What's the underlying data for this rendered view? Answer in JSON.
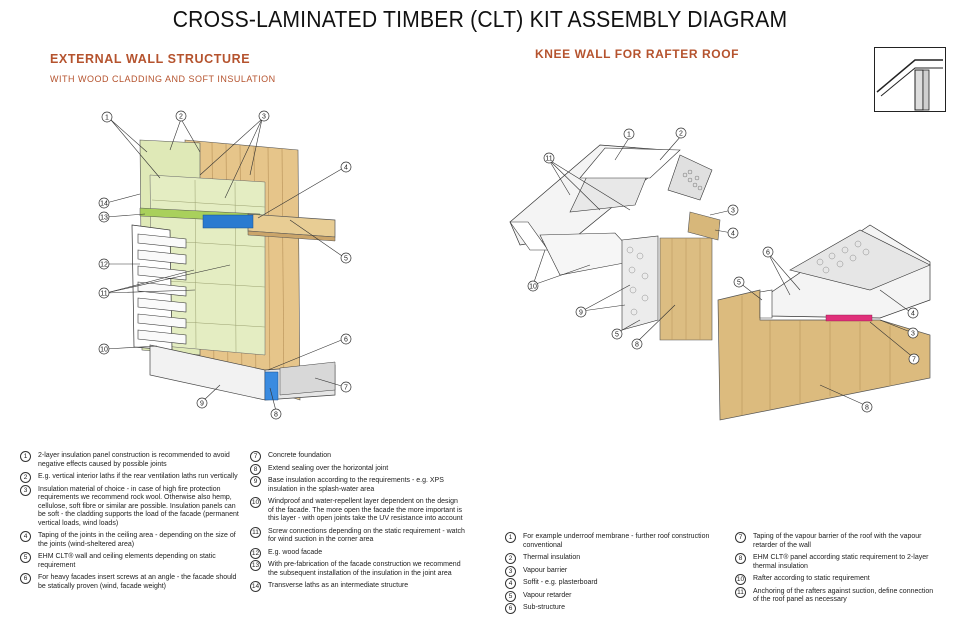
{
  "title": "CROSS-LAMINATED TIMBER (CLT) KIT ASSEMBLY DIAGRAM",
  "left": {
    "heading": "EXTERNAL WALL STRUCTURE",
    "subheading": "WITH WOOD CLADDING AND SOFT INSULATION",
    "callouts": [
      "1",
      "2",
      "3",
      "4",
      "5",
      "6",
      "7",
      "8",
      "9",
      "10",
      "11",
      "12",
      "13",
      "14"
    ],
    "legend_col1": [
      {
        "num": "1",
        "text": "2-layer insulation panel construction is recommended to avoid negative effects caused by possible joints"
      },
      {
        "num": "2",
        "text": "E.g. vertical interior laths if the rear ventilation laths run vertically"
      },
      {
        "num": "3",
        "text": "Insulation material of choice - in case of high fire protection requirements we recommend rock wool. Otherwise also hemp, cellulose, soft fibre or similar are possible. Insulation panels can be soft - the cladding supports the load of the facade (permanent vertical loads, wind loads)"
      },
      {
        "num": "4",
        "text": "Taping of the joints in the ceiling area - depending on the size of the joints (wind-sheltered area)"
      },
      {
        "num": "5",
        "text": "EHM CLT® wall and ceiling elements depending on static requirement"
      },
      {
        "num": "6",
        "text": "For heavy facades insert screws at an angle - the facade should be statically proven (wind, facade weight)"
      }
    ],
    "legend_col2": [
      {
        "num": "7",
        "text": "Concrete foundation"
      },
      {
        "num": "8",
        "text": "Extend sealing over the horizontal joint"
      },
      {
        "num": "9",
        "text": "Base insulation according to the requirements - e.g. XPS insulation in the splash-water area"
      },
      {
        "num": "10",
        "text": "Windproof and water-repellent layer dependent on the design of the facade. The more open the facade the more important is this layer - with open joints take the UV resistance into account"
      },
      {
        "num": "11",
        "text": "Screw connections depending on the static requirement - watch for wind suction in the corner area"
      },
      {
        "num": "12",
        "text": "E.g. wood facade"
      },
      {
        "num": "13",
        "text": "With pre-fabrication of the facade construction we recommend the subsequent installation of the insulation in the joint area"
      },
      {
        "num": "14",
        "text": "Transverse laths as an intermediate structure"
      }
    ]
  },
  "right": {
    "heading": "KNEE WALL FOR RAFTER ROOF",
    "callouts": [
      "1",
      "2",
      "3",
      "4",
      "5",
      "6",
      "7",
      "8",
      "9",
      "10",
      "11"
    ],
    "legend_col1": [
      {
        "num": "1",
        "text": "For example underroof membrane - further roof construction conventional"
      },
      {
        "num": "2",
        "text": "Thermal insulation"
      },
      {
        "num": "3",
        "text": "Vapour barrier"
      },
      {
        "num": "4",
        "text": "Soffit - e.g. plasterboard"
      },
      {
        "num": "5",
        "text": "Vapour retarder"
      },
      {
        "num": "6",
        "text": "Sub-structure"
      }
    ],
    "legend_col2": [
      {
        "num": "7",
        "text": "Taping of the vapour barrier of the roof with the vapour retarder of the wall"
      },
      {
        "num": "8",
        "text": "EHM CLT® panel according  static requirement to 2-layer thermal insulation"
      },
      {
        "num": "10",
        "text": "Rafter according to static requirement"
      },
      {
        "num": "11",
        "text": "Anchoring of the rafters against suction, define connection of the roof panel as necessary"
      }
    ]
  },
  "colors": {
    "accent": "#b5532e",
    "wood": "#e8c98d",
    "insulation": "#dfe9b5",
    "tape_blue": "#2a7bd0",
    "tape_pink": "#e0307a"
  }
}
